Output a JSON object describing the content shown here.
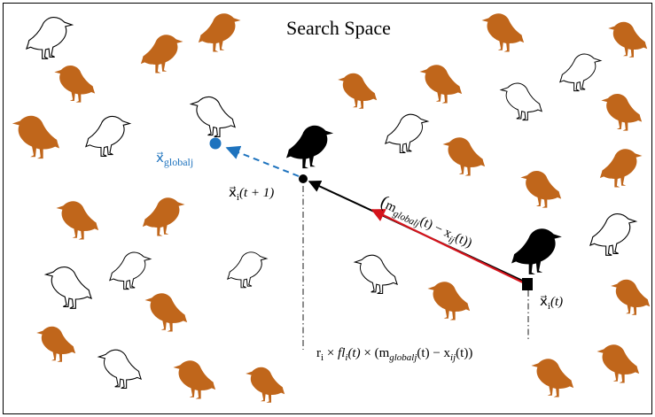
{
  "title": "Search Space",
  "colors": {
    "bird_orange": "#c0661b",
    "bird_black": "#000000",
    "bird_outline": "#000000",
    "global_best": "#1e73be",
    "move_vector": "#d4141c",
    "position_path": "#000000",
    "frame": "#000000"
  },
  "labels": {
    "global_best": {
      "vec": "x⃗",
      "sub": "globalj"
    },
    "next_position": {
      "vec": "x⃗",
      "sub": "i",
      "rest": "(t + 1)"
    },
    "current_position": {
      "vec": "x⃗",
      "sub": "i",
      "rest": "(t)"
    },
    "difference": {
      "open": "(",
      "m": "m",
      "m_sub": "globalj",
      "mid": "(t) − x",
      "x_sub": "ij",
      "close": "(t))"
    },
    "update_formula": {
      "r": "r",
      "r_sub": "i",
      "times1": " × ",
      "fl": "fl",
      "fl_sub": "i",
      "fl_t": "(t)",
      "times2": " × (",
      "m": "m",
      "m_sub": "globalj",
      "mid": "(t) − x",
      "x_sub": "ij",
      "close": "(t))"
    }
  },
  "icons": {
    "orange_bird": "crow-orange-icon",
    "outline_bird": "crow-outline-icon",
    "black_bird": "crow-black-icon"
  }
}
